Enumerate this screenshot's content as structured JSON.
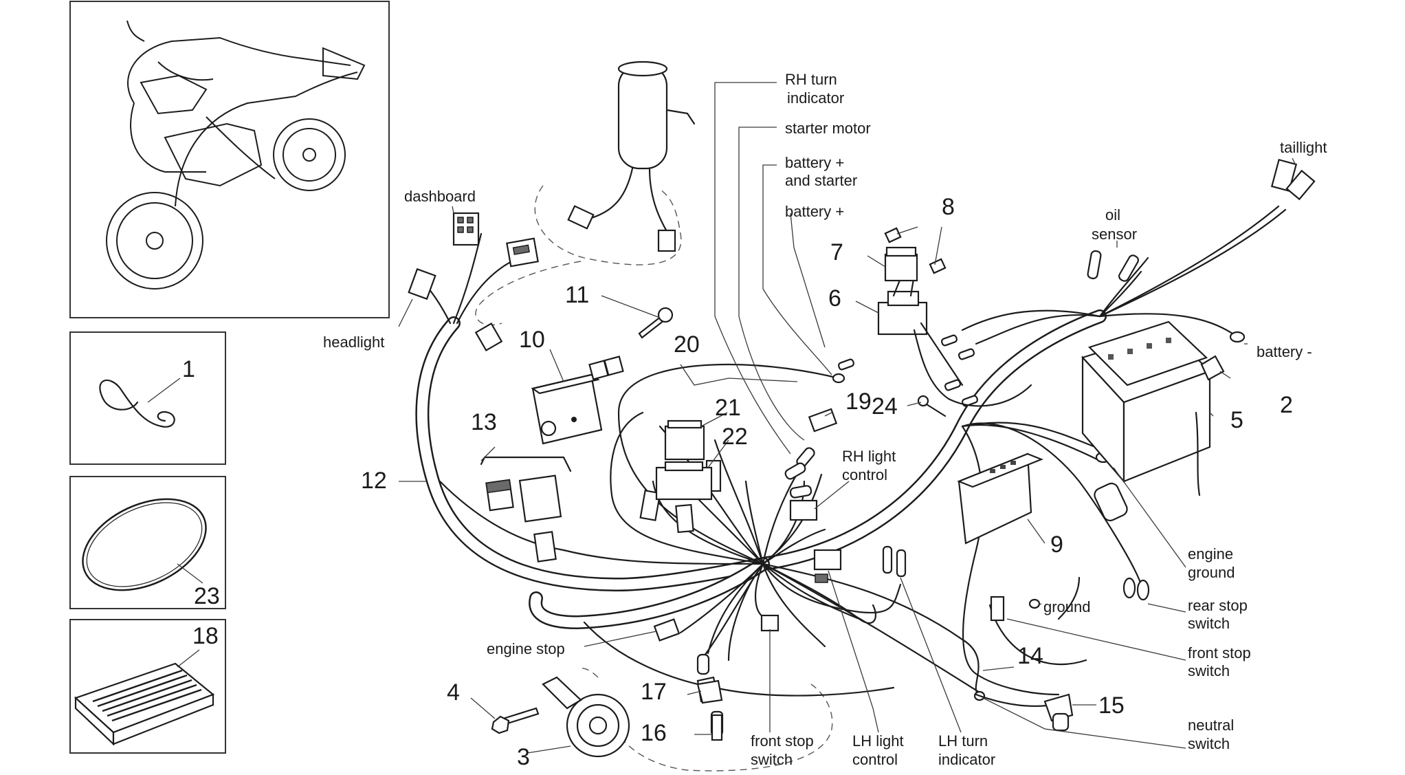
{
  "labels": {
    "rh_turn_indicator": [
      "RH turn",
      "indicator"
    ],
    "starter_motor": "starter motor",
    "battery_plus_and_starter": [
      "battery +",
      "and starter"
    ],
    "battery_plus": "battery +",
    "taillight": "taillight",
    "oil_sensor": [
      "oil",
      "sensor"
    ],
    "battery_minus": "battery -",
    "dashboard": "dashboard",
    "headlight": "headlight",
    "rh_light_control": [
      "RH light",
      "control"
    ],
    "engine_ground": [
      "engine",
      "ground"
    ],
    "ground": "ground",
    "rear_stop_switch": [
      "rear stop",
      "switch"
    ],
    "front_stop_switch_right": [
      "front stop",
      "switch"
    ],
    "neutral_switch": [
      "neutral",
      "switch"
    ],
    "engine_stop": "engine stop",
    "front_stop_switch_bottom": [
      "front stop",
      "switch"
    ],
    "lh_light_control": [
      "LH light",
      "control"
    ],
    "lh_turn_indicator": [
      "LH turn",
      "indicator"
    ]
  },
  "numbers": {
    "n1": "1",
    "n2": "2",
    "n3": "3",
    "n4": "4",
    "n5": "5",
    "n6": "6",
    "n7": "7",
    "n8": "8",
    "n9": "9",
    "n10": "10",
    "n11": "11",
    "n12": "12",
    "n13": "13",
    "n14": "14",
    "n15": "15",
    "n16": "16",
    "n17": "17",
    "n18": "18",
    "n19": "19",
    "n20": "20",
    "n21": "21",
    "n22": "22",
    "n23": "23",
    "n24": "24"
  }
}
